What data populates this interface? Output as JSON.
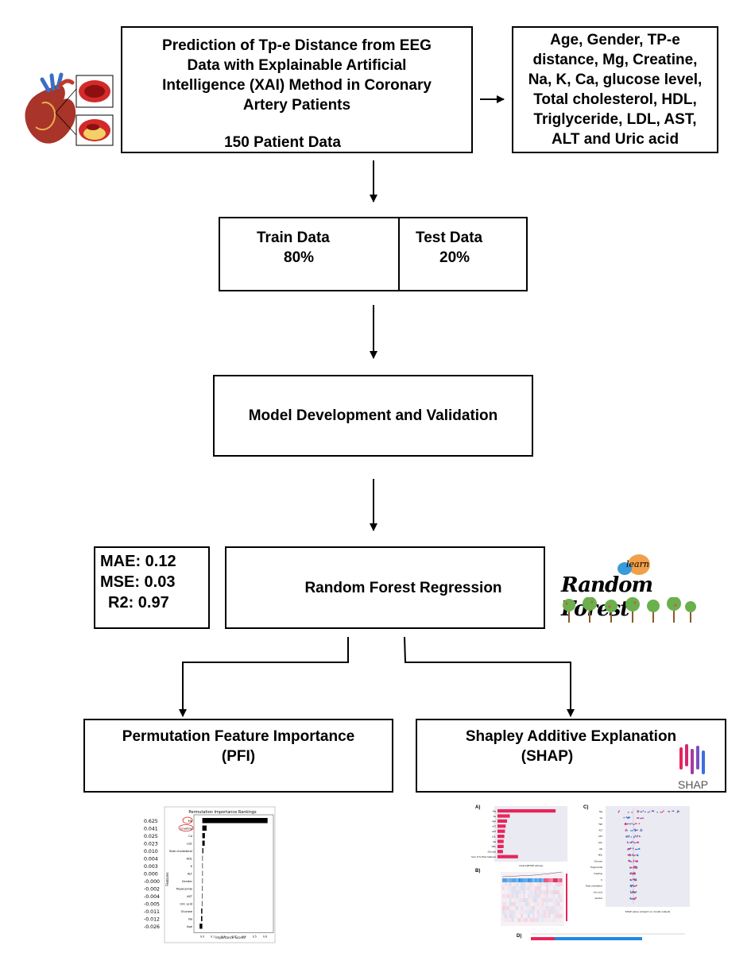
{
  "title_box": {
    "line1": "Prediction of Tp-e Distance from EEG",
    "line2": "Data with Explainable Artificial",
    "line3": "Intelligence (XAI) Method in Coronary",
    "line4": "Artery Patients",
    "patients": "150 Patient Data"
  },
  "features_box": {
    "lines": [
      "Age, Gender, TP-e",
      "distance, Mg, Creatine,",
      "Na, K, Ca, glucose level,",
      "Total cholesterol, HDL,",
      "Triglyceride, LDL, AST,",
      "ALT and Uric acid"
    ]
  },
  "split_box": {
    "train_label": "Train Data",
    "train_pct": "80%",
    "test_label": "Test Data",
    "test_pct": "20%"
  },
  "model_dev": {
    "label": "Model Development and Validation"
  },
  "metrics": {
    "mae": "MAE: 0.12",
    "mse": "MSE: 0.03",
    "r2": "R2: 0.97"
  },
  "rf_box": {
    "label": "Random Forest Regression"
  },
  "rf_logo": {
    "small": "learn",
    "text": "Random Forest"
  },
  "pfi_box": {
    "line1": "Permutation Feature Importance",
    "line2": "(PFI)"
  },
  "shap_box": {
    "line1": "Shapley Additive Explanation",
    "line2": "(SHAP)",
    "logo_text": "SHAP"
  },
  "colors": {
    "shap_red": "#e8245a",
    "shap_blue": "#1e88e5",
    "rf_green": "#6ab04c",
    "rf_orange": "#f0a04b"
  },
  "pfi_chart": {
    "title": "Permutation Importance Rankings",
    "xlabel": "Importance Scores",
    "ylabel": "Features",
    "xticks": [
      "0.0",
      "0.1",
      "0.2",
      "0.3",
      "0.4",
      "0.5",
      "0.6"
    ],
    "scores_labels": [
      "0.625",
      "0.041",
      "0.025",
      "0.023",
      "0.010",
      "0.004",
      "0.003",
      "0.000",
      "-0.000",
      "-0.002",
      "-0.004",
      "-0.005",
      "-0.011",
      "-0.012",
      "-0.026"
    ],
    "features": [
      "Mg",
      "Creatine",
      "Ca",
      "LDL",
      "Total cholesterol",
      "HDL",
      "K",
      "ALT",
      "Gender",
      "Triglyceride",
      "AST",
      "Uric acid",
      "Glucose",
      "Na",
      "Age"
    ],
    "values": [
      0.625,
      0.041,
      0.025,
      0.023,
      0.01,
      0.004,
      0.003,
      0.0,
      -0.0,
      -0.002,
      -0.004,
      -0.005,
      -0.011,
      -0.012,
      -0.026
    ],
    "xlim": [
      -0.05,
      0.65
    ]
  },
  "shap_panels": {
    "a": "A)",
    "b": "B)",
    "c": "C)",
    "d": "D)",
    "a_features": [
      "Mg",
      "Ca",
      "Age",
      "ALT",
      "AST",
      "LDL",
      "Na",
      "HDL",
      "Glucose",
      "Sum of 6 other features"
    ],
    "a_values": [
      0.85,
      0.18,
      0.14,
      0.12,
      0.11,
      0.1,
      0.09,
      0.09,
      0.08,
      0.3
    ],
    "c_features": [
      "Mg",
      "Ca",
      "Age",
      "ALT",
      "AST",
      "LDL",
      "Na",
      "HDL",
      "Glucose",
      "Triglyceride",
      "Creatine",
      "K",
      "Total cholesterol",
      "Uric acid",
      "Gender"
    ],
    "c_xlabel": "SHAP value (impact on model output)",
    "a_xlabel": "mean(|SHAP value|)"
  }
}
